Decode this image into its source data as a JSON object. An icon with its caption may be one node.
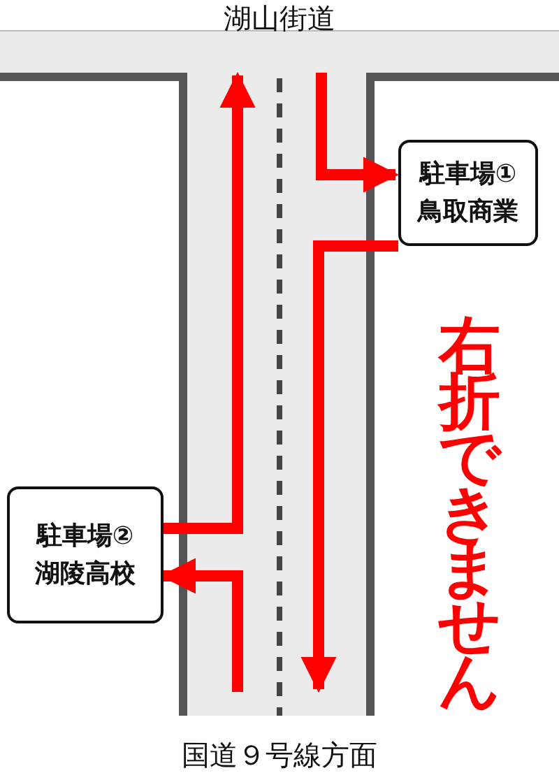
{
  "diagram": {
    "nodes": [
      {
        "text": [
          "湖山街道"
        ]
      },
      {
        "text": [
          "駐車場①",
          "鳥取商業"
        ]
      },
      {
        "text": [
          "駐車場②",
          "湖陵高校"
        ]
      },
      {
        "text": [
          "国道９号線方面"
        ]
      }
    ],
    "edges": [
      {
        "from": 0,
        "to": 1,
        "arrow": "to"
      },
      {
        "from": 1,
        "to": 3,
        "arrow": "to"
      },
      {
        "from": 3,
        "to": 2,
        "arrow": "to"
      },
      {
        "from": 2,
        "to": 0,
        "arrow": "to"
      }
    ],
    "labels": [
      "右折できません"
    ]
  }
}
